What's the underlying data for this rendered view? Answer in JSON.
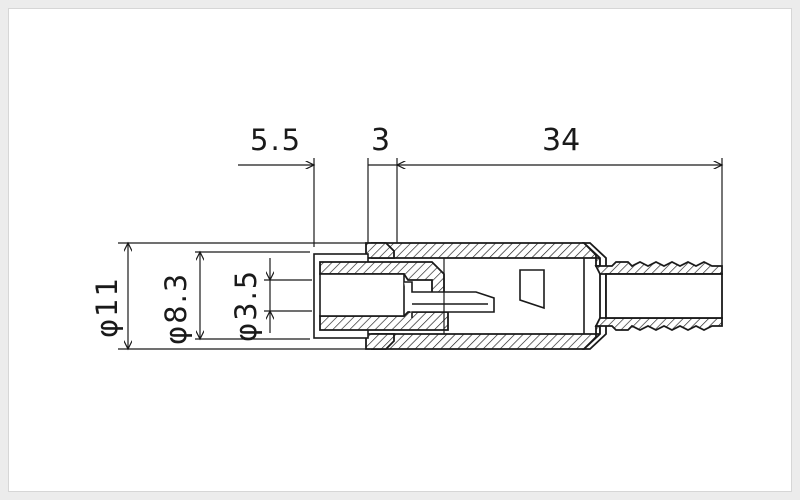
{
  "drawing": {
    "dimensions": {
      "length_5_5": "5.5",
      "length_3": "3",
      "length_34": "34",
      "dia_11": "φ11",
      "dia_8_3": "φ8.3",
      "dia_3_5": "φ3.5"
    },
    "colors": {
      "line": "#1a1a1a",
      "background": "#ffffff",
      "border": "#ececec"
    }
  }
}
